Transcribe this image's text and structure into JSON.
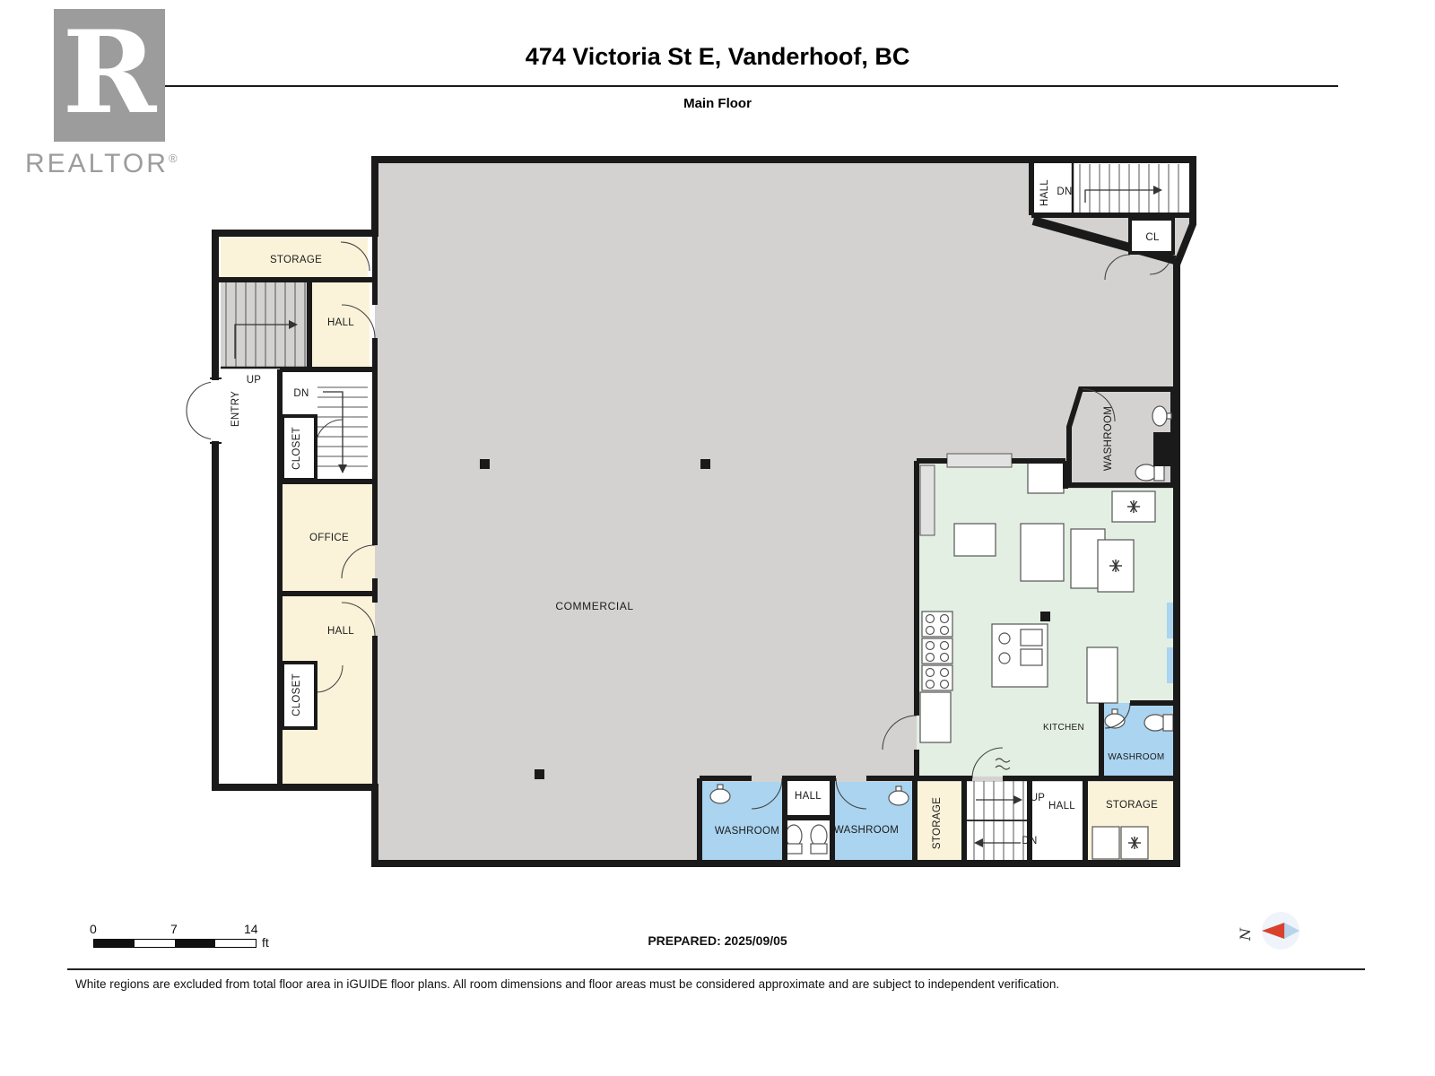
{
  "header": {
    "title": "474 Victoria St E, Vanderhoof, BC",
    "subtitle": "Main Floor"
  },
  "logo": {
    "letter": "R",
    "brand": "REALTOR",
    "reg": "®"
  },
  "rooms": {
    "storage_left": "STORAGE",
    "hall_upper_left": "HALL",
    "up_left": "UP",
    "dn_left": "DN",
    "entry": "ENTRY",
    "closet_upper": "CLOSET",
    "office": "OFFICE",
    "hall_lower_left": "HALL",
    "closet_lower": "CLOSET",
    "commercial": "COMMERCIAL",
    "hall_top_right": "HALL",
    "dn_top_right": "DN",
    "cl_top_right": "CL",
    "washroom_right_upper": "WASHROOM",
    "kitchen": "KITCHEN",
    "washroom_right_lower": "WASHROOM",
    "washroom_bottom_1": "WASHROOM",
    "hall_bottom_center": "HALL",
    "washroom_bottom_2": "WASHROOM",
    "storage_bottom_mid": "STORAGE",
    "up_bottom": "UP",
    "dn_bottom": "DN",
    "hall_bottom_right": "HALL",
    "storage_bottom_right": "STORAGE"
  },
  "icons": {
    "appliance": "asterisk-appliance-symbol",
    "dishwasher": "wave-appliance-symbol",
    "compass": "north-arrow"
  },
  "footer": {
    "scale_0": "0",
    "scale_7": "7",
    "scale_14": "14",
    "scale_unit": "ft",
    "prepared": "PREPARED: 2025/09/05",
    "compass_n": "N",
    "disclaimer": "White regions are excluded from total floor area in iGUIDE floor plans. All room dimensions and floor areas must be considered approximate and are subject to independent verification."
  },
  "colors": {
    "commercial_fill": "#d4d2d0",
    "room_fill": "#fbf3d9",
    "washroom_fill": "#aad4f0",
    "kitchen_fill": "#e3efe3",
    "wall": "#1a1a1a",
    "logo_gray": "#9c9c9c",
    "compass_red": "#d9412c",
    "compass_blue": "#b7d4ea"
  }
}
